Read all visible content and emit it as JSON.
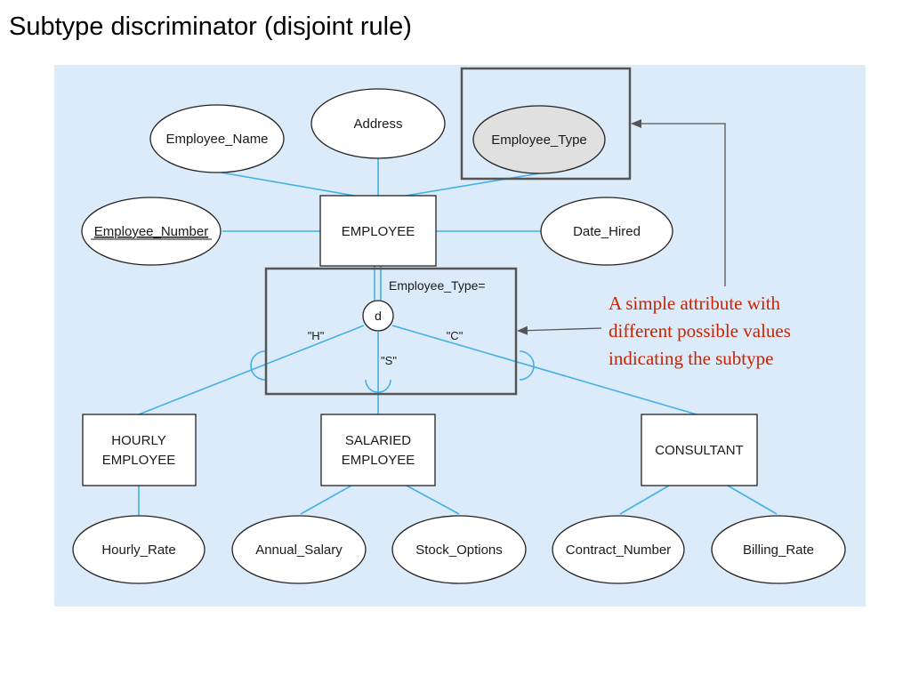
{
  "title": "Subtype discriminator (disjoint rule)",
  "colors": {
    "panel_background": "#dcebf9",
    "connector": "#44b0e6",
    "callout_text": "#cc2200",
    "highlight_attribute_fill": "#e0e0e0",
    "box_outline": "#555555"
  },
  "supertype": {
    "name": "EMPLOYEE",
    "attributes": {
      "name": "Employee_Name",
      "address": "Address",
      "type": "Employee_Type",
      "number": "Employee_Number",
      "date_hired": "Date_Hired"
    },
    "identifier": "Employee_Number",
    "highlighted_attribute": "Employee_Type"
  },
  "discriminator": {
    "label": "Employee_Type=",
    "constraint": "d",
    "values": {
      "hourly": "\"H\"",
      "salaried": "\"S\"",
      "consultant": "\"C\""
    }
  },
  "subtypes": {
    "hourly": {
      "name_lines": [
        "HOURLY",
        "EMPLOYEE"
      ],
      "attributes": [
        "Hourly_Rate"
      ]
    },
    "salaried": {
      "name_lines": [
        "SALARIED",
        "EMPLOYEE"
      ],
      "attributes": [
        "Annual_Salary",
        "Stock_Options"
      ]
    },
    "consultant": {
      "name_lines": [
        "CONSULTANT"
      ],
      "attributes": [
        "Contract_Number",
        "Billing_Rate"
      ]
    }
  },
  "callout": {
    "lines": [
      "A simple attribute with",
      "different possible values",
      "indicating the subtype"
    ]
  }
}
